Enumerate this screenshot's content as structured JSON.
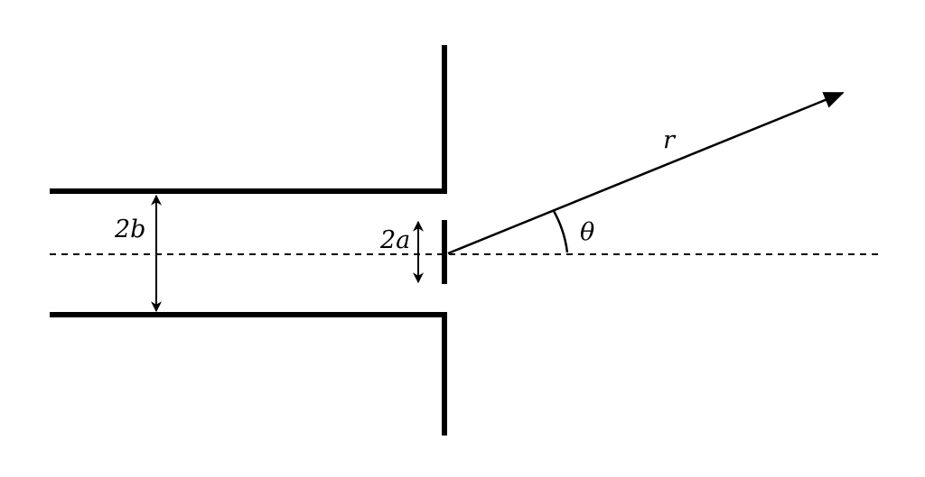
{
  "labels": {
    "pipe_width": "2b",
    "aperture_width": "2a",
    "radius": "r",
    "angle": "θ"
  },
  "colors": {
    "ink": "#000000",
    "background": "#ffffff"
  }
}
